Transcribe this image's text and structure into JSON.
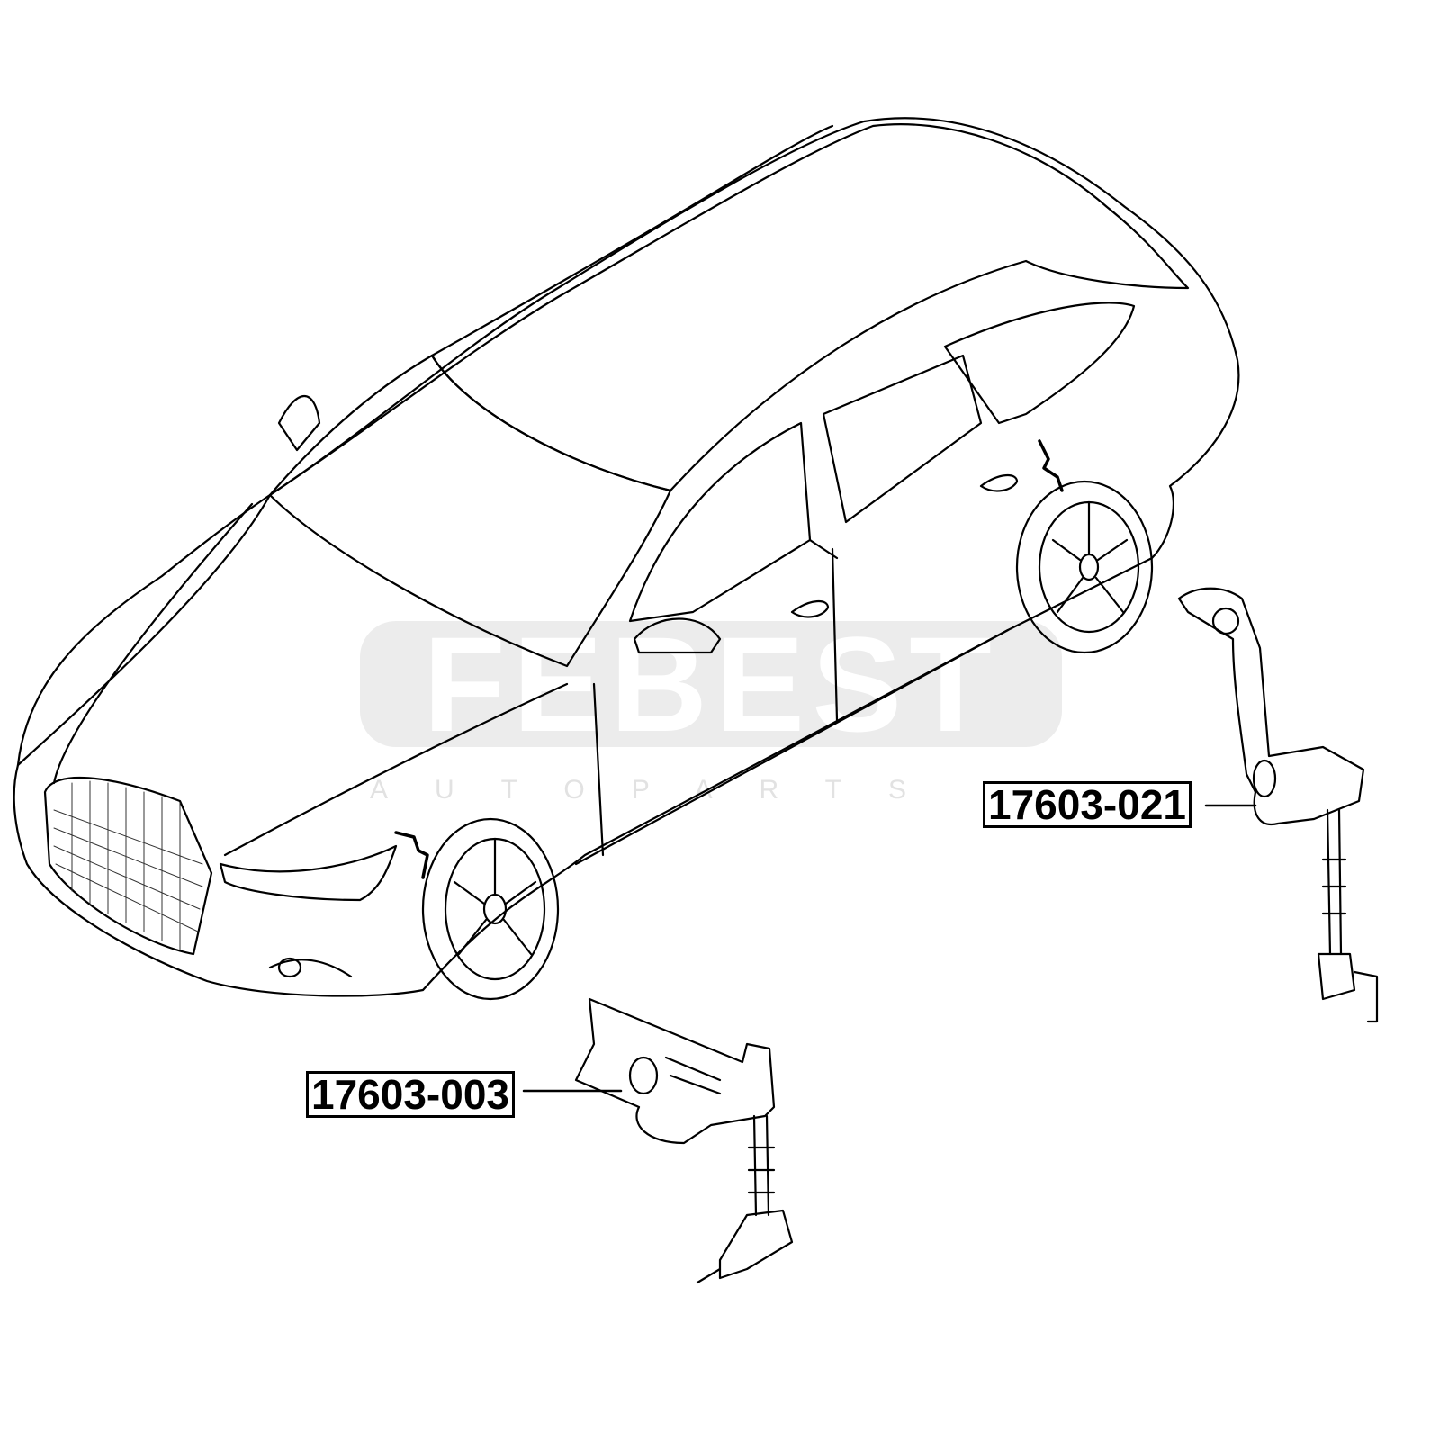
{
  "watermark": {
    "brand": "FEBEST",
    "subtitle": "AUTOPARTS"
  },
  "parts": [
    {
      "number": "17603-021",
      "position": "rear"
    },
    {
      "number": "17603-003",
      "position": "front"
    }
  ]
}
